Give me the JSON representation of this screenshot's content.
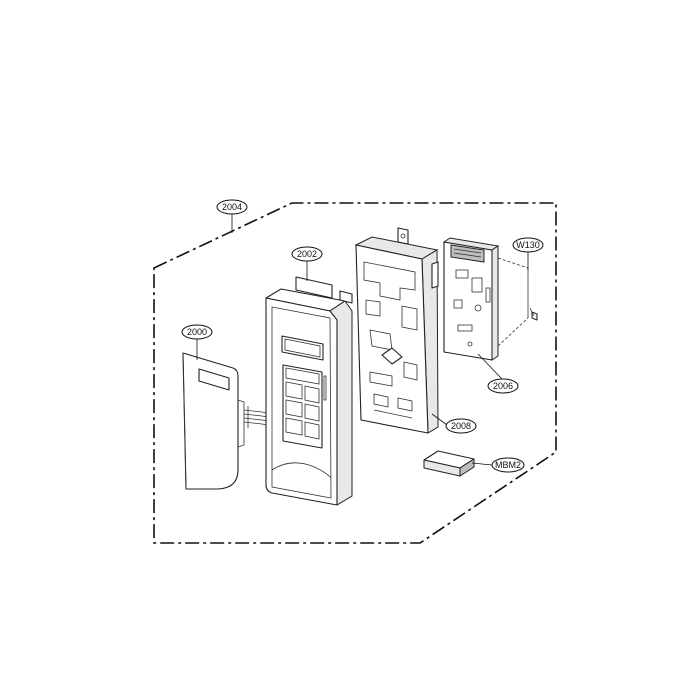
{
  "callouts": {
    "c2004": "2004",
    "c2002": "2002",
    "c2000": "2000",
    "cW130": "W130",
    "c2006": "2006",
    "c2008": "2008",
    "cMBM2": "MBM2"
  }
}
